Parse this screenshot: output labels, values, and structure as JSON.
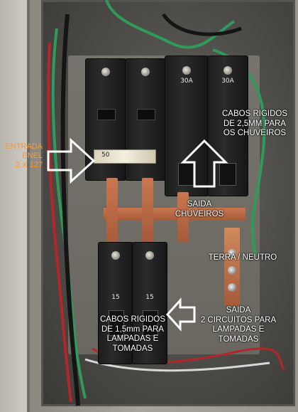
{
  "annotations": {
    "entrada": [
      "ENTRADA",
      "ENEL",
      "2 X 127"
    ],
    "cabos_chuveiros": [
      "CABOS RIGIDOS",
      "DE 2,5MM PARA",
      "OS CHUVEIROS"
    ],
    "saida_chuveiros": [
      "SAIDA",
      "CHUVEIROS"
    ],
    "terra_neutro": "TERRA / NEUTRO",
    "saida_circuitos": [
      "SAIDA",
      "2 CIRCUITOS PARA",
      "LAMPADAS E",
      "TOMADAS"
    ],
    "cabos_lampadas": [
      "CABOS RIGIDOS",
      "DE 1,5mm PARA",
      "LAMPADAS E",
      "TOMADAS"
    ]
  },
  "breakers": {
    "main_left_rating": "50",
    "shower_left_rating": "30A",
    "shower_right_rating": "30A",
    "lower_left_rating": "15",
    "lower_right_rating": "15"
  },
  "colors": {
    "entrada_text": "#f39a3a",
    "annotation_text": "#ffffff",
    "wire_green": "#2f9a5a",
    "wire_red": "#b3262a",
    "wire_black": "#151515",
    "wire_white": "#d8d8d8",
    "busbar_copper": "#b4633f"
  }
}
